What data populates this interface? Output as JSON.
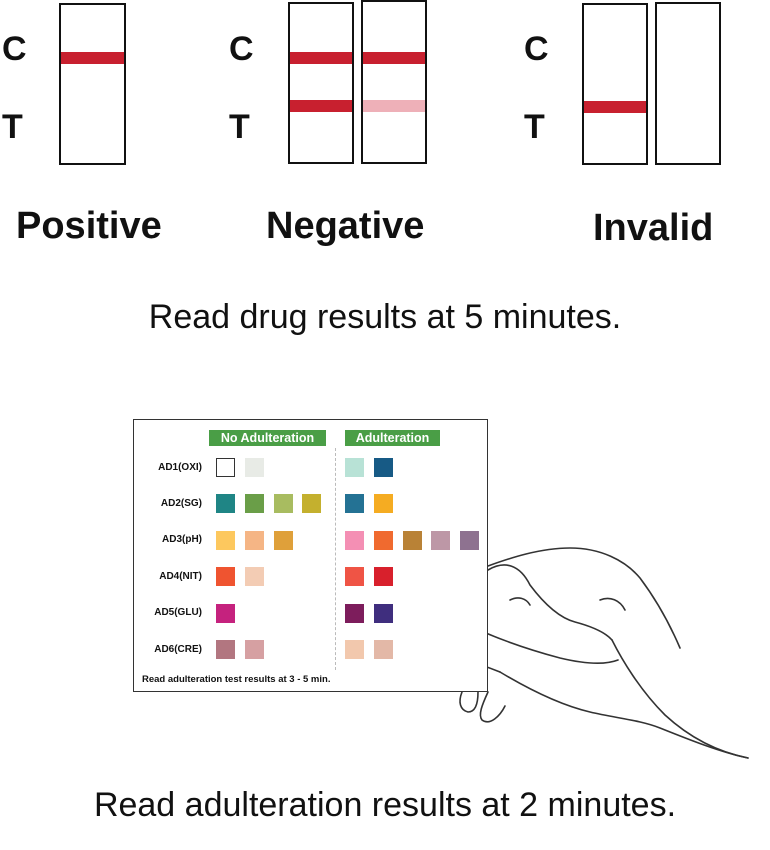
{
  "strip_letters": {
    "c": "C",
    "t": "T"
  },
  "results": {
    "positive": "Positive",
    "negative": "Negative",
    "invalid": "Invalid"
  },
  "colors": {
    "line_strong": "#c8202f",
    "line_faint": "#eeb0b8",
    "header_green": "#4a9e46"
  },
  "caption_drug": "Read drug results at 5 minutes.",
  "caption_adulteration": "Read adulteration results at 2 minutes.",
  "card": {
    "header_normal": "No Adulteration",
    "header_adulteration": "Adulteration",
    "note": "Read adulteration test results at 3 - 5 min.",
    "rows": [
      {
        "label": "AD1(OXI)",
        "normal": [
          "#ffffff",
          "#e8ebe6"
        ],
        "adulterated": [
          "#b8e2d6",
          "#175a85"
        ]
      },
      {
        "label": "AD2(SG)",
        "normal": [
          "#1f8585",
          "#6a9e48",
          "#a8bc60",
          "#c4b02e"
        ],
        "adulterated": [
          "#247294",
          "#f5ac22"
        ]
      },
      {
        "label": "AD3(pH)",
        "normal": [
          "#fdc85e",
          "#f5b585",
          "#dfa03a"
        ],
        "adulterated": [
          "#f48fb4",
          "#f06a2f",
          "#b98236",
          "#bd97a6",
          "#8e7290"
        ]
      },
      {
        "label": "AD4(NIT)",
        "normal": [
          "#ef5430",
          "#f3ccb4"
        ],
        "adulterated": [
          "#ef5445",
          "#d8202c"
        ]
      },
      {
        "label": "AD5(GLU)",
        "normal": [
          "#c5227e"
        ],
        "adulterated": [
          "#7d1d5c",
          "#3f2e7e"
        ]
      },
      {
        "label": "AD6(CRE)",
        "normal": [
          "#b27680",
          "#d6a0a2"
        ],
        "adulterated": [
          "#f2c8ad",
          "#e3b8a7"
        ]
      }
    ]
  }
}
